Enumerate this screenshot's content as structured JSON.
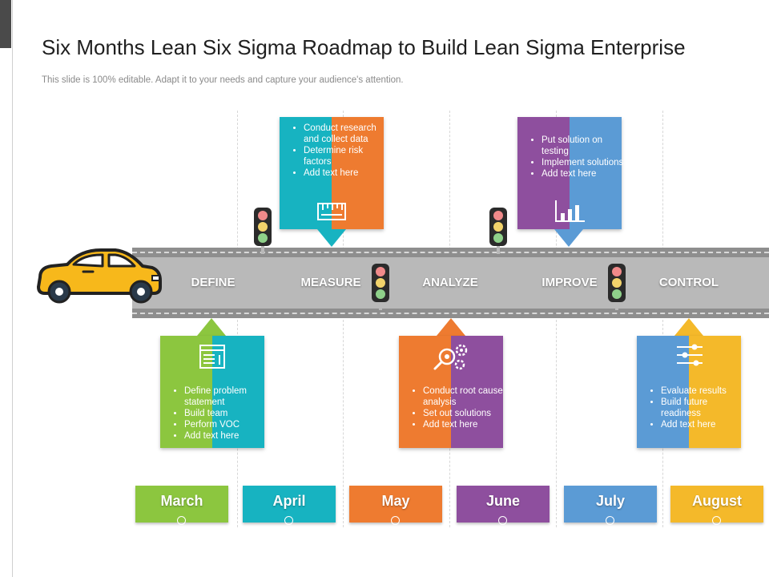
{
  "header": {
    "title": "Six Months Lean Six Sigma Roadmap to Build Lean Sigma Enterprise",
    "subtitle": "This slide is 100% editable. Adapt it to your needs and capture your audience's attention."
  },
  "phases": [
    "DEFINE",
    "MEASURE",
    "ANALYZE",
    "IMPROVE",
    "CONTROL"
  ],
  "cards": {
    "define": {
      "items": [
        "Define problem statement",
        "Build team",
        "Perform VOC",
        "Add text here"
      ],
      "colors": [
        "#8cc63f",
        "#17b3c1"
      ],
      "icon": "document-chart-icon"
    },
    "measure": {
      "items": [
        "Conduct research and collect data",
        "Determine risk factors",
        "Add text here"
      ],
      "colors": [
        "#17b3c1",
        "#ee7b30"
      ],
      "icon": "measure-ruler-icon"
    },
    "analyze": {
      "items": [
        "Conduct root cause analysis",
        "Set out solutions",
        "Add text here"
      ],
      "colors": [
        "#ee7b30",
        "#8e4f9e"
      ],
      "icon": "magnifier-gears-icon"
    },
    "improve": {
      "items": [
        "Put solution on testing",
        "Implement solutions",
        "Add text here"
      ],
      "colors": [
        "#8e4f9e",
        "#5b9bd5"
      ],
      "icon": "bar-chart-up-icon"
    },
    "control": {
      "items": [
        "Evaluate results",
        "Build future readiness",
        "Add text here"
      ],
      "colors": [
        "#5b9bd5",
        "#f4b92a"
      ],
      "icon": "sliders-icon"
    }
  },
  "months": [
    {
      "label": "March",
      "color": "#8cc63f"
    },
    {
      "label": "April",
      "color": "#17b3c1"
    },
    {
      "label": "May",
      "color": "#ee7b30"
    },
    {
      "label": "June",
      "color": "#8e4f9e"
    },
    {
      "label": "July",
      "color": "#5b9bd5"
    },
    {
      "label": "August",
      "color": "#f4b92a"
    }
  ]
}
